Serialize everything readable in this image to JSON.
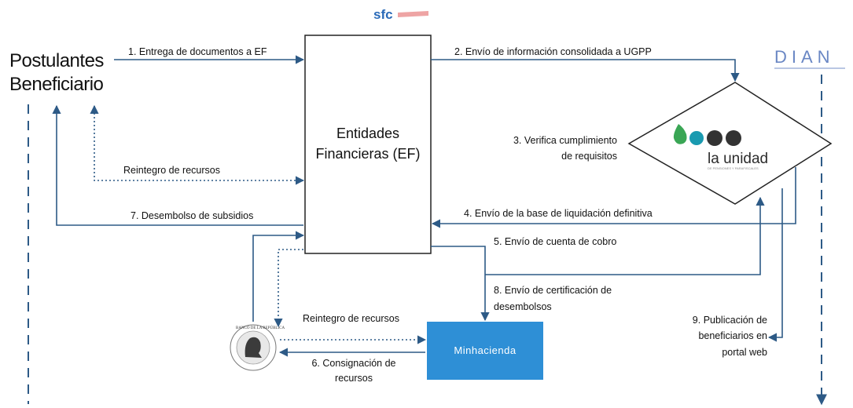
{
  "logos": {
    "sfc": "sfc",
    "dian": "DIAN",
    "ugpp": "la unidad",
    "ugpp_tagline": "DE PENSIONES Y PARAFISCALES",
    "banco_seal": "BANCO DE LA REPÚBLICA"
  },
  "actors": {
    "postulantes_line1": "Postulantes",
    "postulantes_line2": "Beneficiario",
    "ef_line1": "Entidades",
    "ef_line2": "Financieras (EF)",
    "minhacienda": "Minhacienda"
  },
  "flows": {
    "f1": "1.  Entrega de documentos a EF",
    "f2": "2. Envío de información consolidada a UGPP",
    "f3_line1": "3. Verifica cumplimiento",
    "f3_line2": "de requisitos",
    "reintegro_ef": "Reintegro de recursos",
    "f4": "4. Envío de la base de liquidación definitiva",
    "f7": "7. Desembolso de subsidios",
    "f5": "5. Envío de cuenta de cobro",
    "f8_line1": "8. Envío de certificación de",
    "f8_line2": "desembolsos",
    "reintegro_banco": "Reintegro de recursos",
    "f6_line1": "6. Consignación de",
    "f6_line2": "recursos",
    "f9_line1": "9. Publicación de",
    "f9_line2": "beneficiarios en",
    "f9_line3": "portal web"
  },
  "colors": {
    "arrow": "#2d5a86",
    "minhacienda": "#2e8fd6",
    "sfc_blue": "#2a6ab8",
    "sfc_red": "#e05a5a",
    "dian_blue": "#6a87c4",
    "ugpp_green": "#3aa655",
    "ugpp_teal": "#1a9ab0"
  }
}
